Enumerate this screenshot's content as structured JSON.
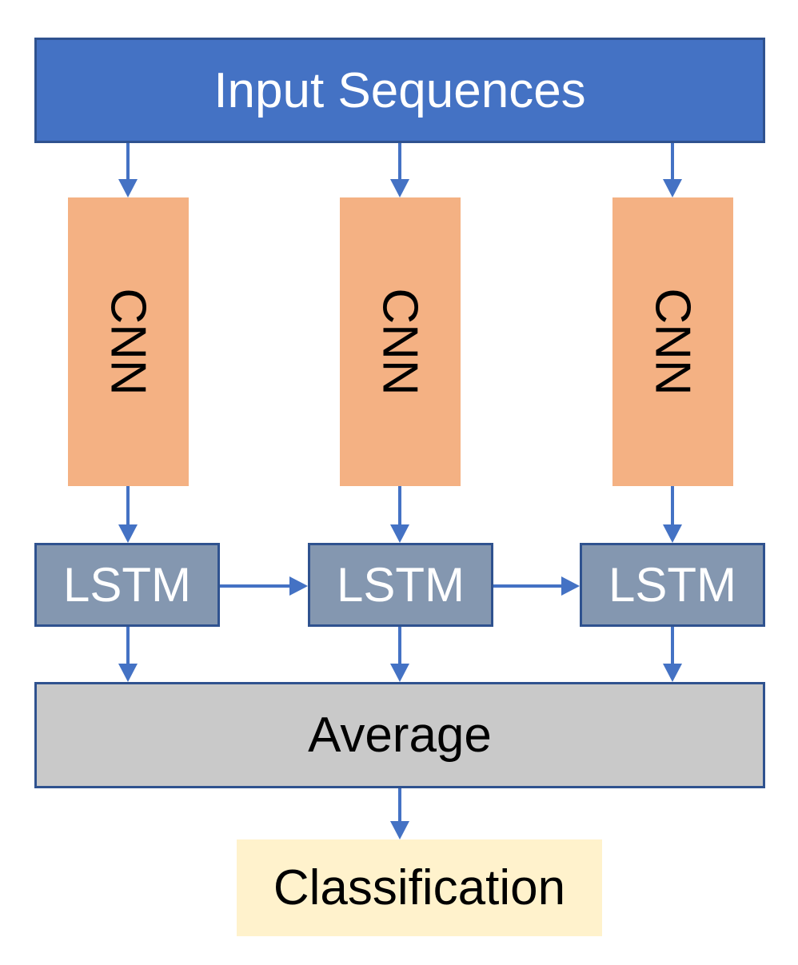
{
  "input": {
    "label": "Input Sequences"
  },
  "cnn": [
    {
      "label": "CNN"
    },
    {
      "label": "CNN"
    },
    {
      "label": "CNN"
    }
  ],
  "lstm": [
    {
      "label": "LSTM"
    },
    {
      "label": "LSTM"
    },
    {
      "label": "LSTM"
    }
  ],
  "average": {
    "label": "Average"
  },
  "classification": {
    "label": "Classification"
  },
  "colors": {
    "input_fill": "#4472c4",
    "cnn_fill": "#f4b183",
    "lstm_fill": "#8497b0",
    "average_fill": "#c9c9c9",
    "classification_fill": "#fff2cc",
    "border": "#2f528f",
    "arrow": "#4472c4"
  }
}
